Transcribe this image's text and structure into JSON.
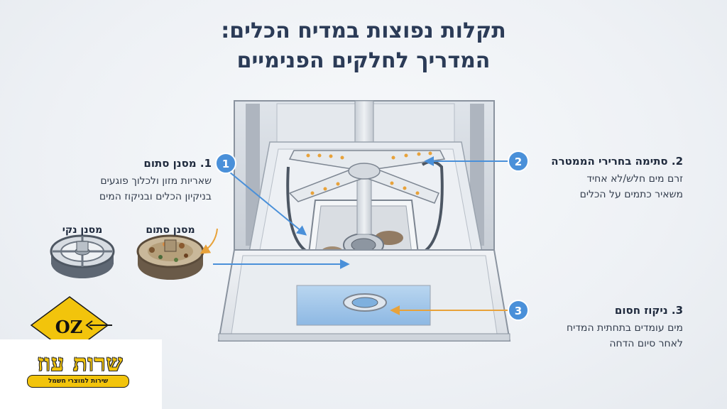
{
  "title": {
    "line1": "תקלות נפוצות במדיח הכלים:",
    "line2": "המדריך לחלקים הפנימיים"
  },
  "callouts": [
    {
      "number": "1",
      "heading": "1. מסנן סתום",
      "desc_line1": "שאריות מזון ולכלוך פוגעים",
      "desc_line2": "בניקיון הכלים ובניקוז המים"
    },
    {
      "number": "2",
      "heading": "2. סתימה בחרירי הממטרה",
      "desc_line1": "זרם מים חלש/לא אחיד",
      "desc_line2": "משאיר כתמים על הכלים"
    },
    {
      "number": "3",
      "heading": "3. ניקוז חסום",
      "desc_line1": "מים עומדים בתחתית המדיח",
      "desc_line2": "לאחר סיום הדחה"
    }
  ],
  "filters": {
    "clean_label": "מסנן נקי",
    "clogged_label": "מסנן סתום"
  },
  "brand": {
    "logo_text": "OZ",
    "name": "שרות עוז",
    "tagline": "שירות למוצרי חשמל",
    "yellow": "#f2c40c"
  },
  "colors": {
    "accent_blue": "#4a90d9",
    "accent_orange": "#e8a23a",
    "title": "#2b3b57"
  }
}
